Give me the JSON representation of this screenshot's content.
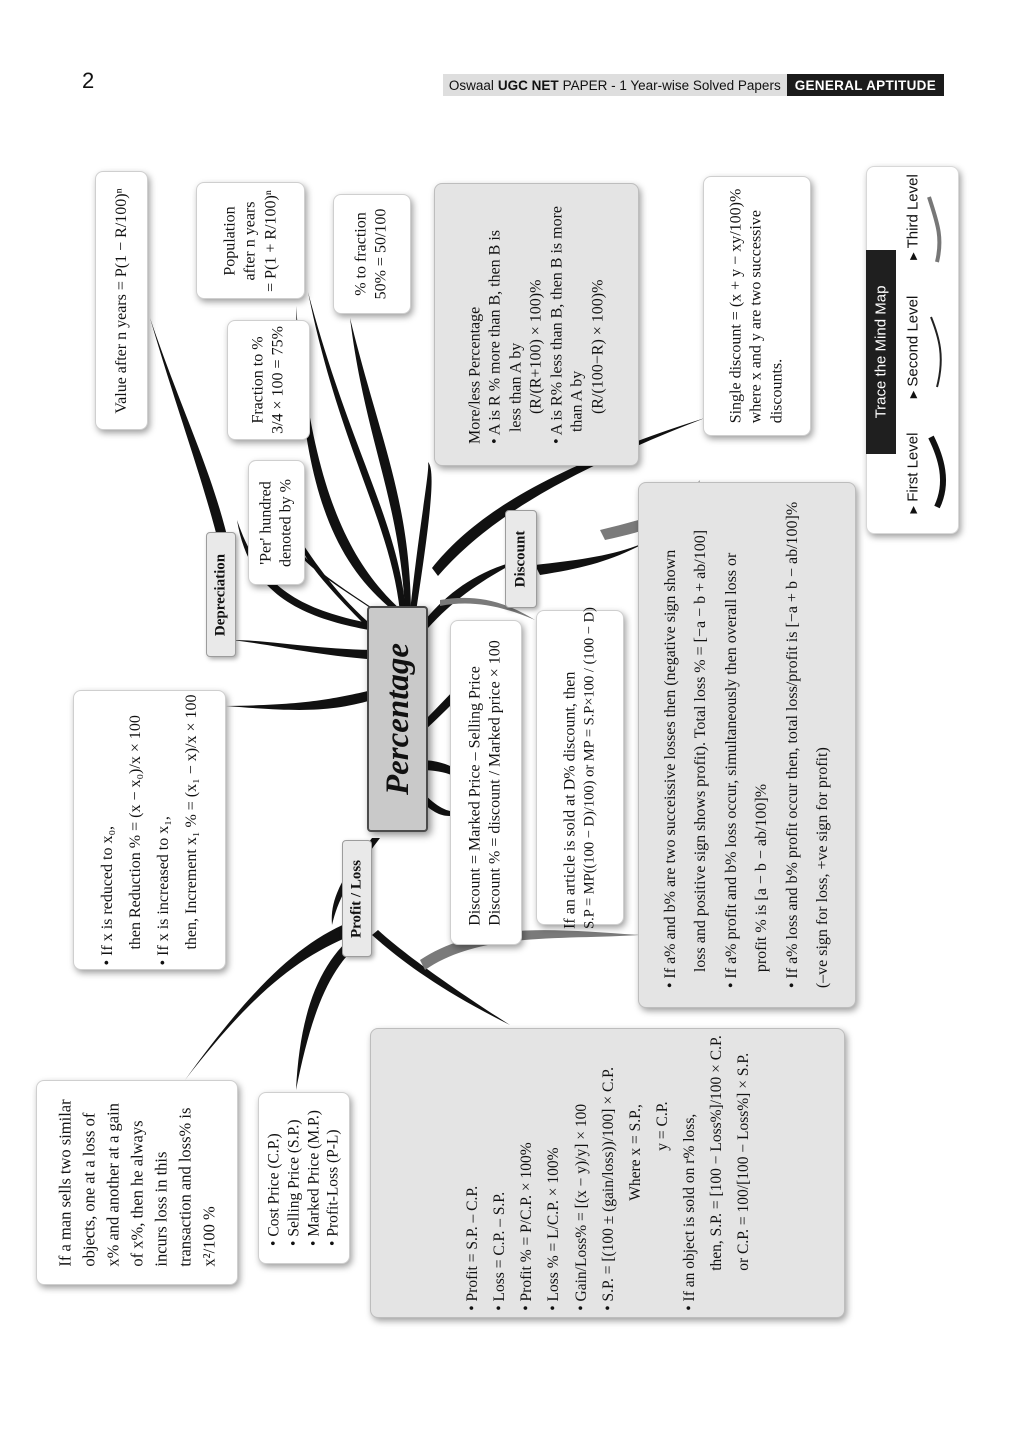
{
  "page_number": "2",
  "header": {
    "brand": "Oswaal",
    "exam": "UGC NET",
    "paper_info": "PAPER - 1 Year-wise Solved Papers",
    "section": "GENERAL APTITUDE"
  },
  "center_topic": "Percentage",
  "sub_topics": {
    "depreciation": "Depreciation",
    "discount": "Discount",
    "profit_loss": "Profit / Loss"
  },
  "boxes": {
    "value_after_n_years": [
      "Value after n years = P(1 − R/100)ⁿ"
    ],
    "population": [
      "Population",
      "after n years",
      "= P(1 + R/100)ⁿ"
    ],
    "percent_to_fraction": [
      "% to fraction",
      "50% = 50/100"
    ],
    "fraction_to_percent": [
      "Fraction to %",
      "3/4 × 100 = 75%"
    ],
    "per_hundred": [
      "'Per' hundred",
      "denoted by %"
    ],
    "more_less": [
      "More/less Percentage",
      "• A is R % more than B, then B is",
      "less than A by",
      "(R/(R+100) × 100)%",
      "• A is R% less than B, then B is more",
      "than A by",
      "(R/(100−R) × 100)%"
    ],
    "single_discount": [
      "Single discount = (x + y − xy/100)%",
      "where x and y are two successive",
      "discounts."
    ],
    "discount_formula": [
      "Discount     = Marked Price – Selling Price",
      "Discount %  = discount / Marked price × 100"
    ],
    "sold_at_discount": [
      "If an article is sold at D% discount, then",
      "S.P = MP((100 − D)/100)  or MP = S.P×100 / (100 − D)"
    ],
    "successive_profit_loss": [
      "• If a% and b% are two succeissive losses then (negative sign shown",
      "loss and positive sign shows profit). Total loss % = [−a − b + ab/100]",
      "• If a% profit and b% loss occur, simultaneously then overall loss or",
      "profit % is [a − b − ab/100]%",
      "• If a% loss and b% profit occur then, total loss/profit is [−a + b − ab/100]%",
      "(–ve sign for loss, +ve sign for profit)"
    ],
    "reduction_increment": [
      "• If x is reduced to x₀,",
      "then Reduction % = (x − x₀)/x × 100",
      "• If x is increased to x₁,",
      "then, Increment x₁ % = (x₁ − x)/x × 100"
    ],
    "two_similar_objects": [
      "If a man sells two similar",
      "objects, one at a loss of",
      "x% and another at a gain",
      "of x%, then he always",
      "incurs loss in this",
      "transaction and loss% is",
      "x²/100 %"
    ],
    "terms": [
      "• Cost Price (C.P.)",
      "• Selling Price (S.P.)",
      "• Marked Price (M.P.)",
      "• Profit-Loss (P-L)"
    ],
    "profit_loss_formulas": [
      "• Profit        = S.P. – C.P.",
      "• Loss          = C.P. – S.P.",
      "• Profit %     = P/C.P. × 100%",
      "• Loss %       = L/C.P. × 100%",
      "• Gain/Loss% = [(x − y)/y] × 100",
      "• S.P.           = [(100 ± (gain/loss))/100] × C.P.",
      "Where  x = S.P.,",
      "y = C.P.",
      "• If an object is sold on r% loss,",
      "then, S.P. = [100 − Loss%]/100 × C.P.",
      "or      C.P. = 100/[100 − Loss%] × S.P."
    ]
  },
  "legend": {
    "title": "Trace the Mind Map",
    "levels": [
      "First Level",
      "Second Level",
      "Third Level"
    ]
  }
}
